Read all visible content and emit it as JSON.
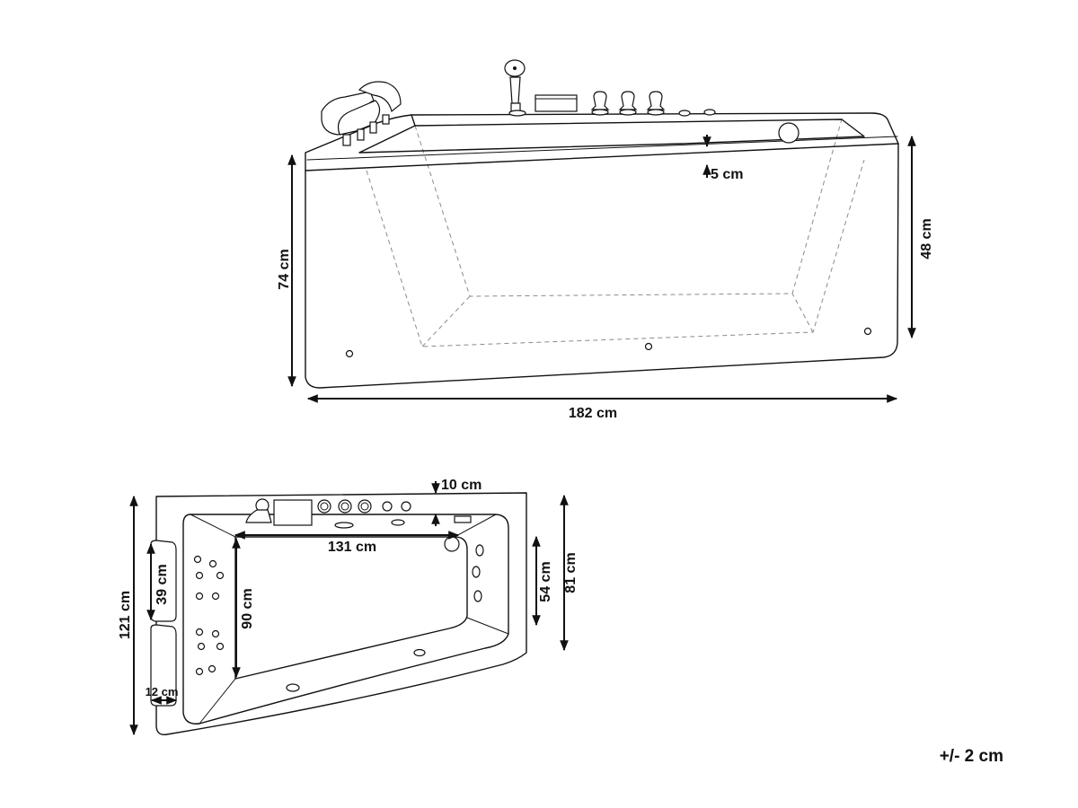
{
  "colors": {
    "line": "#111111",
    "hidden_line": "#8a8a8a",
    "background": "#ffffff"
  },
  "front_view": {
    "height_total": "74 cm",
    "height_tub": "48 cm",
    "length": "182 cm",
    "rim_thickness": "5 cm"
  },
  "top_view": {
    "depth_total": "121 cm",
    "depth_narrow": "81 cm",
    "inner_length": "131 cm",
    "inner_depth": "90 cm",
    "inner_depth_narrow": "54 cm",
    "headrest_length": "39 cm",
    "headrest_width": "12 cm",
    "deck_width": "10 cm"
  },
  "tolerance": "+/- 2 cm"
}
